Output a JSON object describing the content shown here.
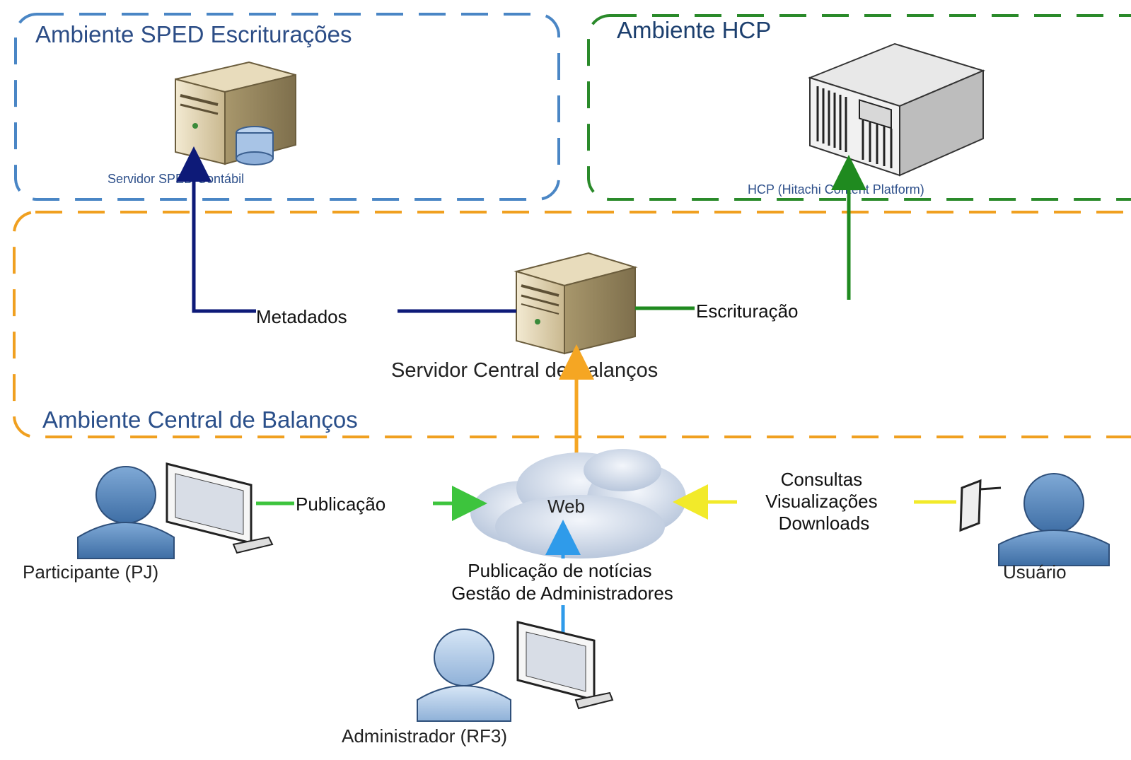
{
  "zones": {
    "sped": {
      "title": "Ambiente SPED Escriturações",
      "color": "#4a86c5"
    },
    "hcp": {
      "title": "Ambiente HCP",
      "color": "#2a8a2a"
    },
    "central": {
      "title": "Ambiente Central de Balanços",
      "color": "#f0a020"
    }
  },
  "nodes": {
    "sped_server": {
      "label": "Servidor SPED-Contábil",
      "icon": "database-server-icon"
    },
    "hcp_server": {
      "label": "HCP (Hitachi Content Platform)",
      "icon": "storage-rack-icon"
    },
    "central_server": {
      "label": "Servidor Central de Balanços",
      "icon": "server-tower-icon"
    },
    "web": {
      "label": "Web",
      "icon": "cloud-icon"
    },
    "participante": {
      "label": "Participante (PJ)",
      "icon": "user-with-monitor-icon"
    },
    "usuario": {
      "label": "Usuário",
      "icon": "user-with-tablet-icon"
    },
    "administrador": {
      "label": "Administrador (RF3)",
      "icon": "user-with-monitor-icon"
    }
  },
  "edges": {
    "metadados": {
      "label": "Metadados",
      "color": "#0d1a78"
    },
    "escrituracao": {
      "label": "Escrituração",
      "color": "#1f8a1f"
    },
    "publicacao": {
      "label": "Publicação",
      "color": "#3dc43d"
    },
    "web_to_central": {
      "color": "#f5a623"
    },
    "consultas": {
      "lines": [
        "Consultas",
        "Visualizações",
        "Downloads"
      ],
      "color": "#f2ea2a"
    },
    "admin": {
      "lines": [
        "Publicação de notícias",
        "Gestão de Administradores"
      ],
      "color": "#2f9bea"
    }
  }
}
